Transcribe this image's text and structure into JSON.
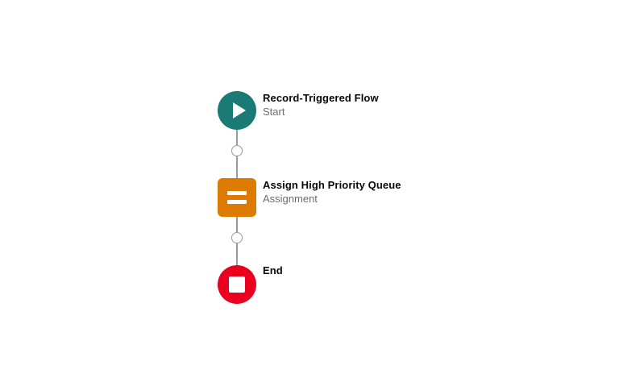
{
  "canvas": {
    "background_color": "#ffffff"
  },
  "flow": {
    "nodes": [
      {
        "id": "start",
        "title": "Record-Triggered Flow",
        "subtitle": "Start",
        "icon": "play-icon",
        "shape": "circle",
        "color": "#1a7a75"
      },
      {
        "id": "assignment",
        "title": "Assign High Priority Queue",
        "subtitle": "Assignment",
        "icon": "equals-icon",
        "shape": "rounded-square",
        "color": "#dd7a01"
      },
      {
        "id": "end",
        "title": "End",
        "subtitle": "",
        "icon": "stop-icon",
        "shape": "circle",
        "color": "#ea001e"
      }
    ],
    "connectors": [
      {
        "id": "connector-start-to-assignment",
        "add_label": "",
        "line_color": "#9a9a9a"
      },
      {
        "id": "connector-assignment-to-end",
        "add_label": "",
        "line_color": "#9a9a9a"
      }
    ]
  }
}
